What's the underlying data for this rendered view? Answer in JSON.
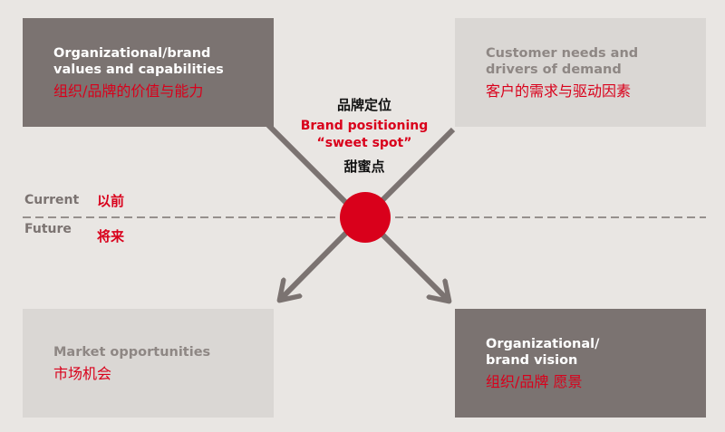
{
  "boxes": {
    "top_left": {
      "en_line1": "Organizational/brand",
      "en_line2": "values and capabilities",
      "zh": "组织/品牌的价值与能力"
    },
    "top_right": {
      "en_line1": "Customer needs and",
      "en_line2": "drivers of demand",
      "zh": "客户的需求与驱动因素"
    },
    "bottom_left": {
      "en_line1": "Market opportunities",
      "zh": "市场机会"
    },
    "bottom_right": {
      "en_line1": "Organizational/",
      "en_line2": "brand vision",
      "zh": "组织/品牌 愿景"
    }
  },
  "center": {
    "zh_top": "品牌定位",
    "en_line1": "Brand positioning",
    "en_line2": "“sweet spot”",
    "zh_bottom": "甜蜜点"
  },
  "timeline": {
    "current_en": "Current",
    "current_zh": "以前",
    "future_en": "Future",
    "future_zh": "将来"
  },
  "colors": {
    "accent_red": "#d9001b",
    "dark_box": "#7b7371",
    "light_box": "#dad7d4",
    "background": "#e9e6e3",
    "arrow": "#7b7371"
  }
}
